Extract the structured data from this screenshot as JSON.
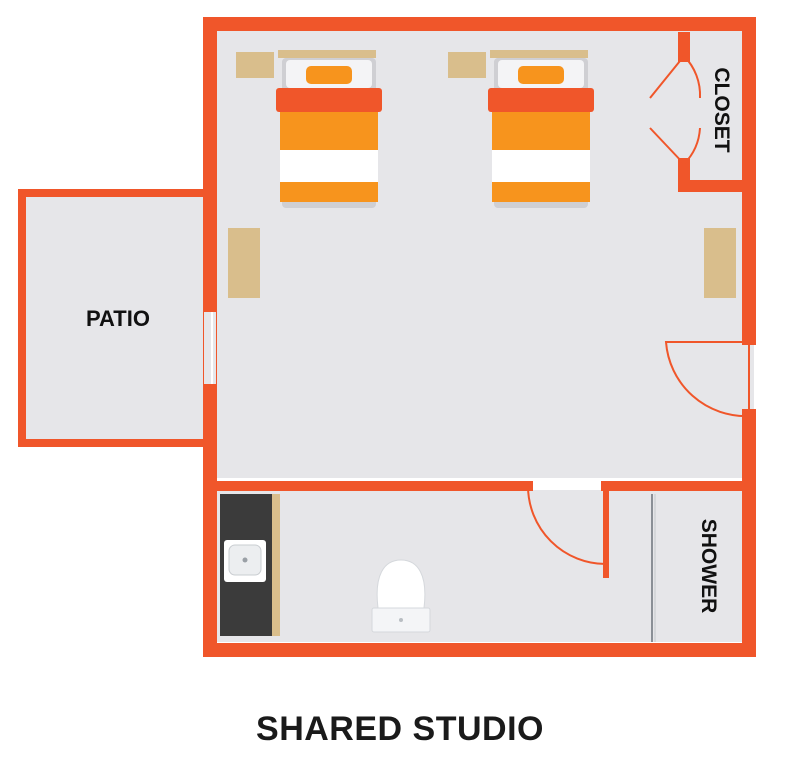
{
  "title": "SHARED STUDIO",
  "rooms": {
    "patio": "PATIO",
    "closet": "CLOSET",
    "shower": "SHOWER"
  },
  "colors": {
    "wall": "#f0562a",
    "floor": "#e6e6e9",
    "bed_accent": "#f7941d",
    "bed_header": "#f0562a",
    "furniture": "#d9be8c",
    "counter": "#3b3b3b"
  },
  "icons": [
    "bed-icon",
    "nightstand-icon",
    "dresser-icon",
    "sink-icon",
    "toilet-icon"
  ]
}
